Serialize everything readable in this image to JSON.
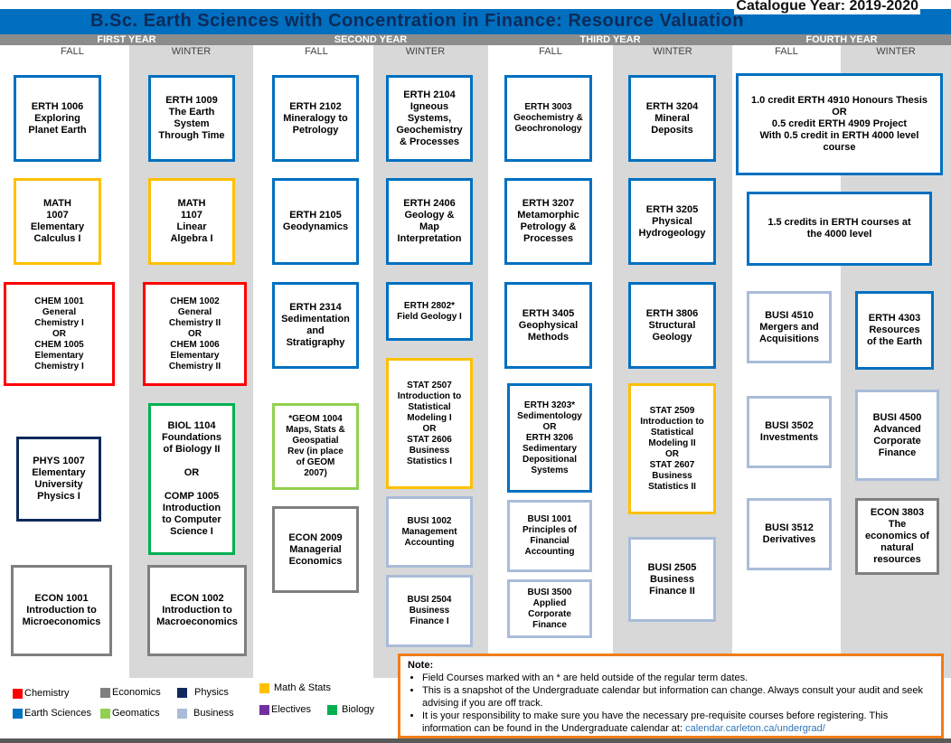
{
  "title": "B.Sc. Earth Sciences with Concentration in Finance: Resource Valuation",
  "catalogue": "Catalogue Year: 2019-2020",
  "years": [
    "FIRST YEAR",
    "SECOND YEAR",
    "THIRD YEAR",
    "FOURTH YEAR"
  ],
  "terms": [
    "FALL",
    "WINTER",
    "FALL",
    "WINTER",
    "FALL",
    "WINTER",
    "FALL",
    "WINTER"
  ],
  "colors": {
    "earth": "#0070c0",
    "math": "#ffc000",
    "chem": "#ff0000",
    "phys": "#0f2a5a",
    "econ": "#7f7f7f",
    "bio": "#00b050",
    "geom": "#92d050",
    "bus": "#a9bcd9",
    "electives": "#7030a0"
  },
  "courses": {
    "erth1006": "ERTH 1006\nExploring\nPlanet Earth",
    "math1007": "MATH\n1007\nElementary\nCalculus I",
    "chem1001": "CHEM 1001\nGeneral\nChemistry I\nOR\nCHEM 1005\nElementary\nChemistry I",
    "phys1007": "PHYS 1007\nElementary\nUniversity\nPhysics I",
    "econ1001": "ECON 1001\nIntroduction to\nMicroeconomics",
    "erth1009": "ERTH 1009\nThe Earth\nSystem\nThrough Time",
    "math1107": "MATH\n1107\nLinear\nAlgebra I",
    "chem1002": "CHEM 1002\nGeneral\nChemistry II\nOR\nCHEM 1006\nElementary\nChemistry II",
    "biol1104": "BIOL 1104\nFoundations\nof Biology II\n\nOR\n\nCOMP 1005\nIntroduction\nto Computer\nScience I",
    "econ1002": "ECON 1002\nIntroduction to\nMacroeconomics",
    "erth2102": "ERTH 2102\nMineralogy to\nPetrology",
    "erth2105": "ERTH 2105\nGeodynamics",
    "erth2314": "ERTH 2314\nSedimentation\nand\nStratigraphy",
    "geom1004": "*GEOM 1004\nMaps, Stats &\nGeospatial\nRev (in place\nof GEOM\n2007)",
    "econ2009": "ECON 2009\nManagerial\nEconomics",
    "erth2104": "ERTH 2104\nIgneous\nSystems,\nGeochemistry\n& Processes",
    "erth2406": "ERTH 2406\nGeology &\nMap\nInterpretation",
    "erth2802": "ERTH 2802*\nField Geology I",
    "stat2507": "STAT 2507\nIntroduction to\nStatistical\nModeling I\nOR\nSTAT 2606\nBusiness\nStatistics I",
    "busi1002": "BUSI 1002\nManagement\nAccounting",
    "busi2504": "BUSI 2504\nBusiness\nFinance I",
    "erth3003": "ERTH 3003\nGeochemistry &\nGeochronology",
    "erth3207": "ERTH 3207\nMetamorphic\nPetrology &\nProcesses",
    "erth3405": "ERTH 3405\nGeophysical\nMethods",
    "erth3203": "ERTH 3203*\nSedimentology\nOR\nERTH 3206\nSedimentary\nDepositional\nSystems",
    "busi1001": "BUSI 1001\nPrinciples of\nFinancial\nAccounting",
    "busi3500": "BUSI 3500\nApplied\nCorporate\nFinance",
    "erth3204": "ERTH 3204\nMineral\nDeposits",
    "erth3205": "ERTH 3205\nPhysical\nHydrogeology",
    "erth3806": "ERTH 3806\nStructural\nGeology",
    "stat2509": "STAT 2509\nIntroduction to\nStatistical\nModeling II\nOR\nSTAT 2607\nBusiness\nStatistics II",
    "busi2505": "BUSI 2505\nBusiness\nFinance II",
    "erth4910": "1.0 credit ERTH 4910 Honours Thesis\nOR\n0.5 credit ERTH 4909 Project\nWith 0.5 credit in ERTH 4000 level\ncourse",
    "erth4000": "1.5 credits in ERTH courses at\nthe 4000 level",
    "busi4510": "BUSI 4510\nMergers and\nAcquisitions",
    "busi3502": "BUSI 3502\nInvestments",
    "busi3512": "BUSI 3512\nDerivatives",
    "erth4303": "ERTH 4303\nResources\nof the Earth",
    "busi4500": "BUSI 4500\nAdvanced\nCorporate\nFinance",
    "econ3803": "ECON 3803\nThe\neconomics of\nnatural\nresources"
  },
  "legend": {
    "chemistry": "Chemistry",
    "earth": "Earth Sciences",
    "economics": "Economics",
    "geomatics": "Geomatics",
    "physics": "Physics",
    "business": "Business",
    "math": "Math & Stats",
    "electives": "Electives",
    "biology": "Biology"
  },
  "note": {
    "heading": "Note:",
    "items": [
      "Field Courses marked with an * are held outside of the regular term dates.",
      "This is a snapshot of the Undergraduate calendar but information can change. Always consult your audit and seek advising if you are off track.",
      "It is your responsibility to make sure you have the necessary pre-requisite courses before registering. This information can be found in the Undergraduate calendar at: "
    ],
    "link": "calendar.carleton.ca/undergrad/"
  }
}
